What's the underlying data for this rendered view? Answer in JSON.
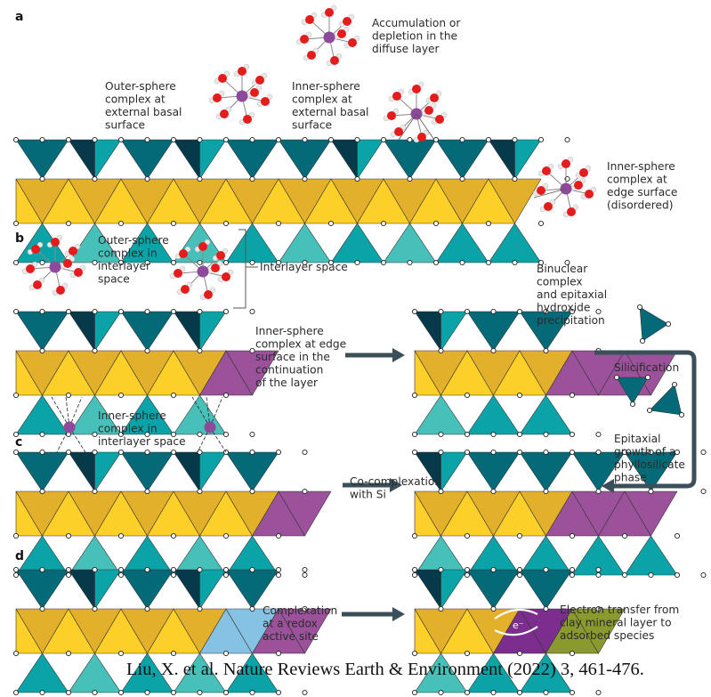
{
  "figure": {
    "panels": {
      "a": "a",
      "b": "b",
      "c": "c",
      "d": "d"
    },
    "labels": {
      "a_accumulation": [
        "Accumulation or",
        "depletion in the",
        "diffuse layer"
      ],
      "a_outer_sphere": [
        "Outer-sphere",
        "complex at",
        "external basal",
        "surface"
      ],
      "a_inner_sphere_basal": [
        "Inner-sphere",
        "complex at",
        "external basal",
        "surface"
      ],
      "a_inner_sphere_edge": [
        "Inner-sphere",
        "complex at",
        "edge surface",
        "(disordered)"
      ],
      "b_outer_sphere_interlayer": [
        "Outer-sphere",
        "complex in",
        "interlayer",
        "space"
      ],
      "b_interlayer_space": [
        "Interlayer space"
      ],
      "b_inner_sphere_edge": [
        "Inner-sphere",
        "complex at edge",
        "surface in the",
        "continuation",
        "of the layer"
      ],
      "b_binuclear": [
        "Binuclear",
        "complex",
        "and epitaxial",
        "hydroxide",
        "precipitation"
      ],
      "silicification": [
        "Silicification"
      ],
      "epitaxial_growth": [
        "Epitaxial",
        "growth of a",
        "phyllosilicate",
        "phase"
      ],
      "b_inner_sphere_interlayer": [
        "Inner-sphere",
        "complex in",
        "interlayer space"
      ],
      "c_cocomplexation": [
        "Co-complexation",
        "with Si"
      ],
      "d_redox": [
        "Complexation",
        "at a redox",
        "active site"
      ],
      "d_electron_transfer": [
        "Electron transfer from",
        "clay mineral layer to",
        "adsorbed species"
      ],
      "electron_symbol": "e⁻"
    },
    "citation": "Liu, X. et al. Nature Reviews Earth & Environment (2022) 3, 461-476.",
    "colors": {
      "tetra_dark": "#046a78",
      "tetra_darkest": "#063a4b",
      "tetra_mid": "#0aa4a8",
      "tetra_light": "#46c0b9",
      "oct_dark": "#e3b02b",
      "oct_light": "#fccf29",
      "purple": "#9b529b",
      "purple_dark": "#7b2e8e",
      "blue_redox": "#86c2e4",
      "olive": "#8a9a2e",
      "arrow": "#3a4f5a",
      "oxygen": "#e41c1c",
      "hydrogen": "#e8e8e8",
      "metal": "#8e4a9a"
    }
  }
}
